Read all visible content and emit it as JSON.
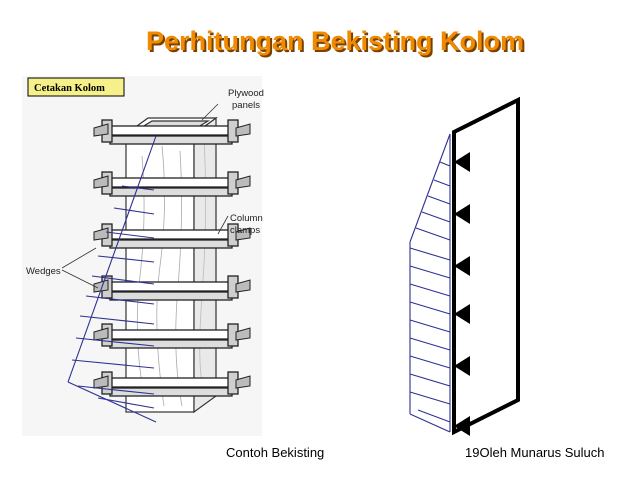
{
  "slide": {
    "title": "Perhitungan Bekisting Kolom",
    "footer_caption": "Contoh Bekisting",
    "footer_page_author": "19Oleh Munarus Suluch"
  },
  "left_figure": {
    "box_label": "Cetakan Kolom",
    "label_plywood_1": "Plywood",
    "label_plywood_2": "panels",
    "label_column_1": "Column",
    "label_column_2": "clamps",
    "label_wedges": "Wedges"
  },
  "colors": {
    "title": "#f08a00",
    "title_shadow": "#7a4000",
    "label_box_fill": "#f5f08a",
    "pressure_lines": "#2e3192",
    "formwork_outline": "#000000"
  }
}
